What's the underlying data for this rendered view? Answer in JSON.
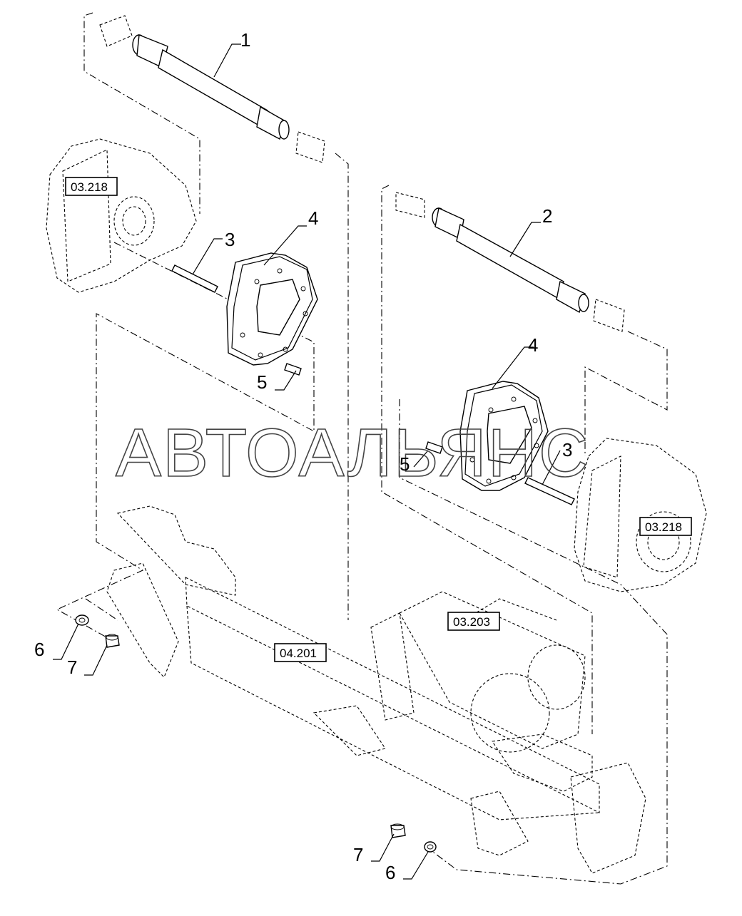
{
  "watermark": "АВТОАЛЬЯНС",
  "part_labels": {
    "p1": "1",
    "p2": "2",
    "p3_left": "3",
    "p3_right": "3",
    "p4_left": "4",
    "p4_right": "4",
    "p5_left": "5",
    "p5_right": "5",
    "p6_left": "6",
    "p6_bottom": "6",
    "p7_left": "7",
    "p7_bottom": "7"
  },
  "references": {
    "r_03218_left": "03.218",
    "r_03218_right": "03.218",
    "r_03203": "03.203",
    "r_04201": "04.201"
  }
}
